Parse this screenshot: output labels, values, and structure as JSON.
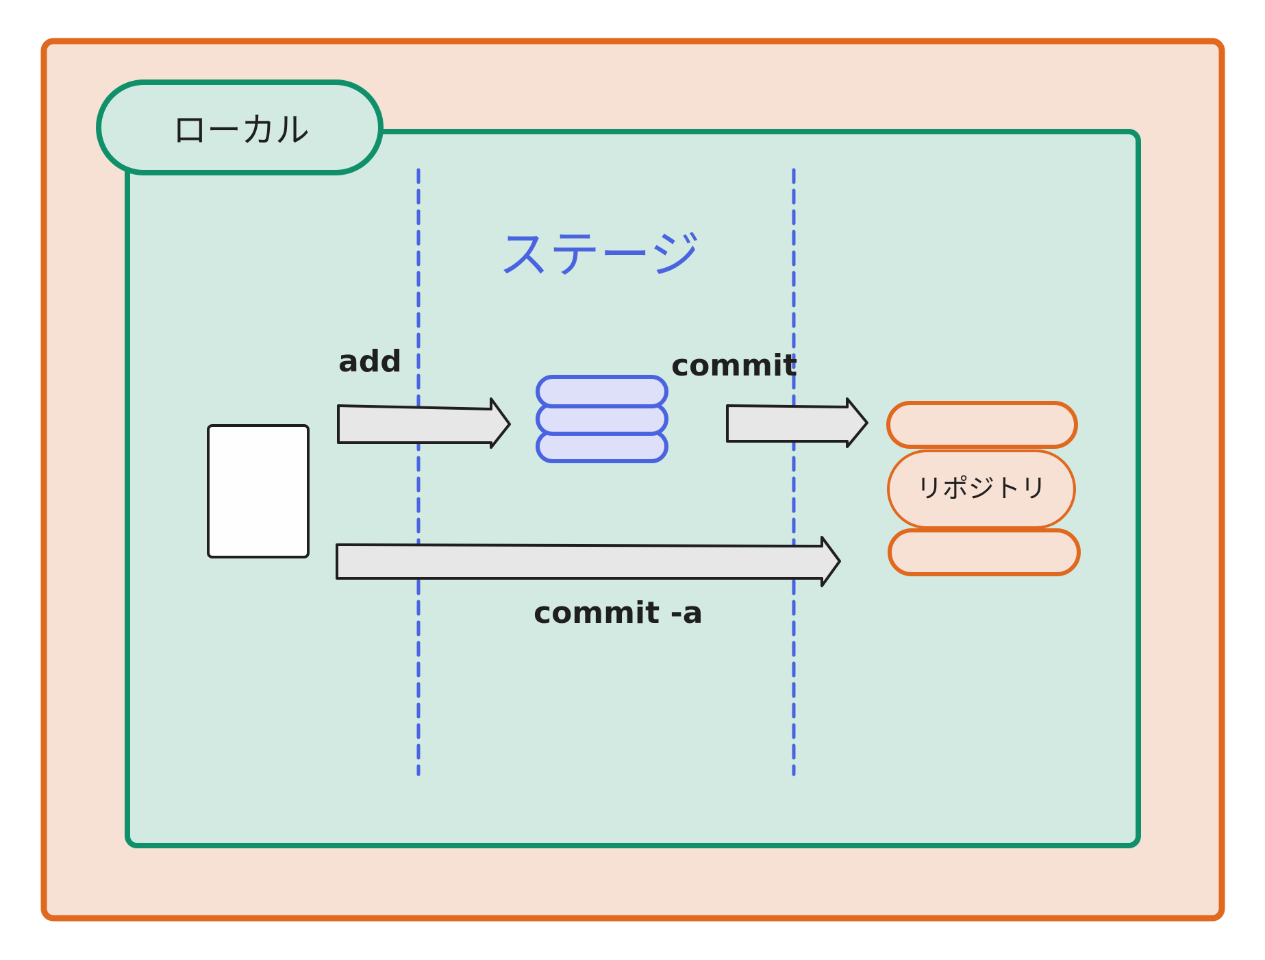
{
  "diagram": {
    "local": {
      "label": "ローカル"
    },
    "stage": {
      "label": "ステージ"
    },
    "commands": {
      "add": "add",
      "commit": "commit",
      "commit_all": "commit -a"
    },
    "repository": {
      "label": "リポジトリ"
    },
    "colors": {
      "outer_border": "#e0681f",
      "outer_fill": "#f7e1d4",
      "local_border": "#10906a",
      "local_fill": "#d3eae2",
      "stage_accent": "#4a63e0",
      "stage_fill": "#dde0f8",
      "repo_border": "#e0681f",
      "arrow_fill": "#e7e7e7",
      "ink": "#1f1f1f"
    },
    "icons": {
      "working_file": "file-icon",
      "stage_stack": "stack-icon",
      "repository_stack": "database-icon"
    }
  }
}
